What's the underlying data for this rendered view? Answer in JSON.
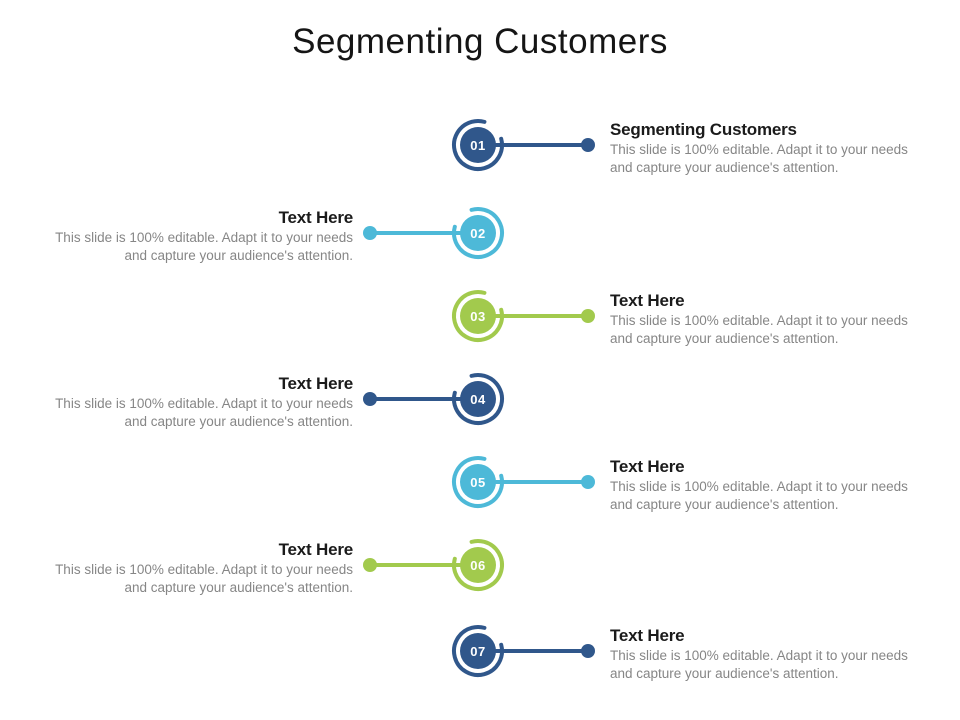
{
  "slide": {
    "title": "Segmenting Customers",
    "background_color": "#ffffff",
    "title_color": "#151515"
  },
  "colors": {
    "navy": "#30578B",
    "light_blue": "#4DB9D8",
    "green": "#A2CA4D",
    "heading_text": "#1b1b1b",
    "body_text": "#868686"
  },
  "items": [
    {
      "number": "01",
      "color": "#30578B",
      "heading": "Segmenting Customers",
      "description": "This slide is 100% editable. Adapt it to your needs and capture your audience's attention."
    },
    {
      "number": "02",
      "color": "#4DB9D8",
      "heading": "Text Here",
      "description": "This slide is 100% editable. Adapt it to your needs and capture your audience's attention."
    },
    {
      "number": "03",
      "color": "#A2CA4D",
      "heading": "Text Here",
      "description": "This slide is 100% editable. Adapt it to your needs and capture your audience's attention."
    },
    {
      "number": "04",
      "color": "#30578B",
      "heading": "Text Here",
      "description": "This slide is 100% editable. Adapt it to your needs and capture your audience's attention."
    },
    {
      "number": "05",
      "color": "#4DB9D8",
      "heading": "Text Here",
      "description": "This slide is 100% editable. Adapt it to your needs and capture your audience's attention."
    },
    {
      "number": "06",
      "color": "#A2CA4D",
      "heading": "Text Here",
      "description": "This slide is 100% editable. Adapt it to your needs and capture your audience's attention."
    },
    {
      "number": "07",
      "color": "#30578B",
      "heading": "Text Here",
      "description": "This slide is 100% editable. Adapt it to your needs and capture your audience's attention."
    }
  ]
}
